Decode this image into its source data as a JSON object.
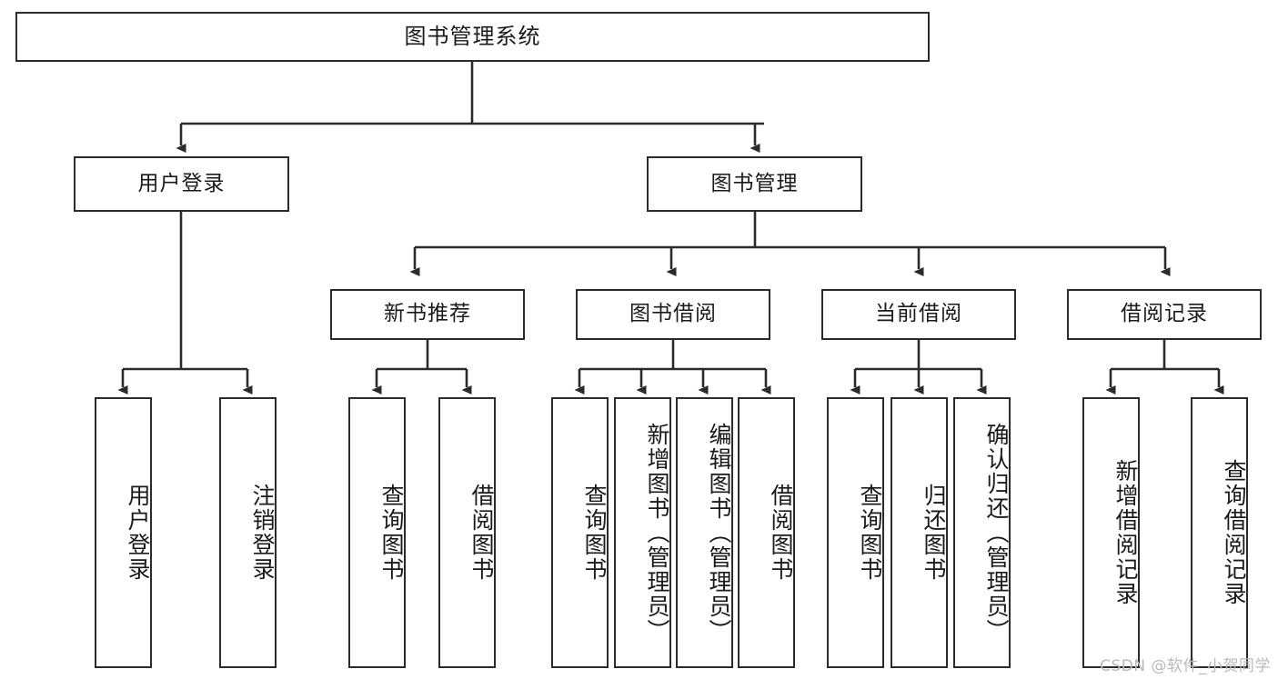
{
  "diagram": {
    "title": "图书管理系统",
    "type": "tree",
    "colors": {
      "box_border": "#2b2b2b",
      "box_fill": "#ffffff",
      "line": "#2b2b2b",
      "text": "#1a1a1a",
      "watermark": "#b9b9b9"
    },
    "root": {
      "label": "图书管理系统"
    },
    "level1": [
      {
        "label": "用户登录"
      },
      {
        "label": "图书管理"
      }
    ],
    "level2": [
      {
        "label": "新书推荐"
      },
      {
        "label": "图书借阅"
      },
      {
        "label": "当前借阅"
      },
      {
        "label": "借阅记录"
      }
    ],
    "leaves": {
      "user_login": [
        {
          "label": "用户登录"
        },
        {
          "label": "注销登录"
        }
      ],
      "new_book_recommend": [
        {
          "label": "查询图书"
        },
        {
          "label": "借阅图书"
        }
      ],
      "book_borrow": [
        {
          "label": "查询图书"
        },
        {
          "label": "新增图书（管理员）"
        },
        {
          "label": "编辑图书（管理员）"
        },
        {
          "label": "借阅图书"
        }
      ],
      "current_borrow": [
        {
          "label": "查询图书"
        },
        {
          "label": "归还图书"
        },
        {
          "label": "确认归还（管理员）"
        }
      ],
      "borrow_record": [
        {
          "label": "新增借阅记录"
        },
        {
          "label": "查询借阅记录"
        }
      ]
    }
  },
  "watermark": {
    "text": "CSDN @软件_小贺同学"
  }
}
